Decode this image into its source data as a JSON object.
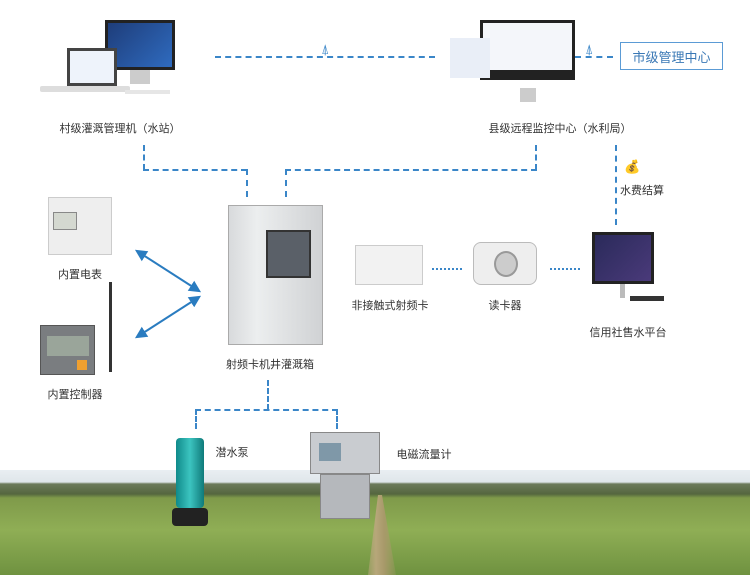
{
  "nodes": {
    "village": "村级灌溉管理机（水站）",
    "county": "县级远程监控中心（水利局）",
    "city": "市级管理中心",
    "billing": "水费结算",
    "meter": "内置电表",
    "controller": "内置控制器",
    "cabinet": "射频卡机井灌溉箱",
    "card": "非接触式射频卡",
    "reader": "读卡器",
    "platform": "信用社售水平台",
    "pump": "潜水泵",
    "flowmeter": "电磁流量计"
  },
  "colors": {
    "line": "#3a86c8",
    "accent": "#5b9bd5"
  },
  "icons": [
    "tower-icon",
    "money-bag-icon",
    "double-arrow-icon"
  ]
}
